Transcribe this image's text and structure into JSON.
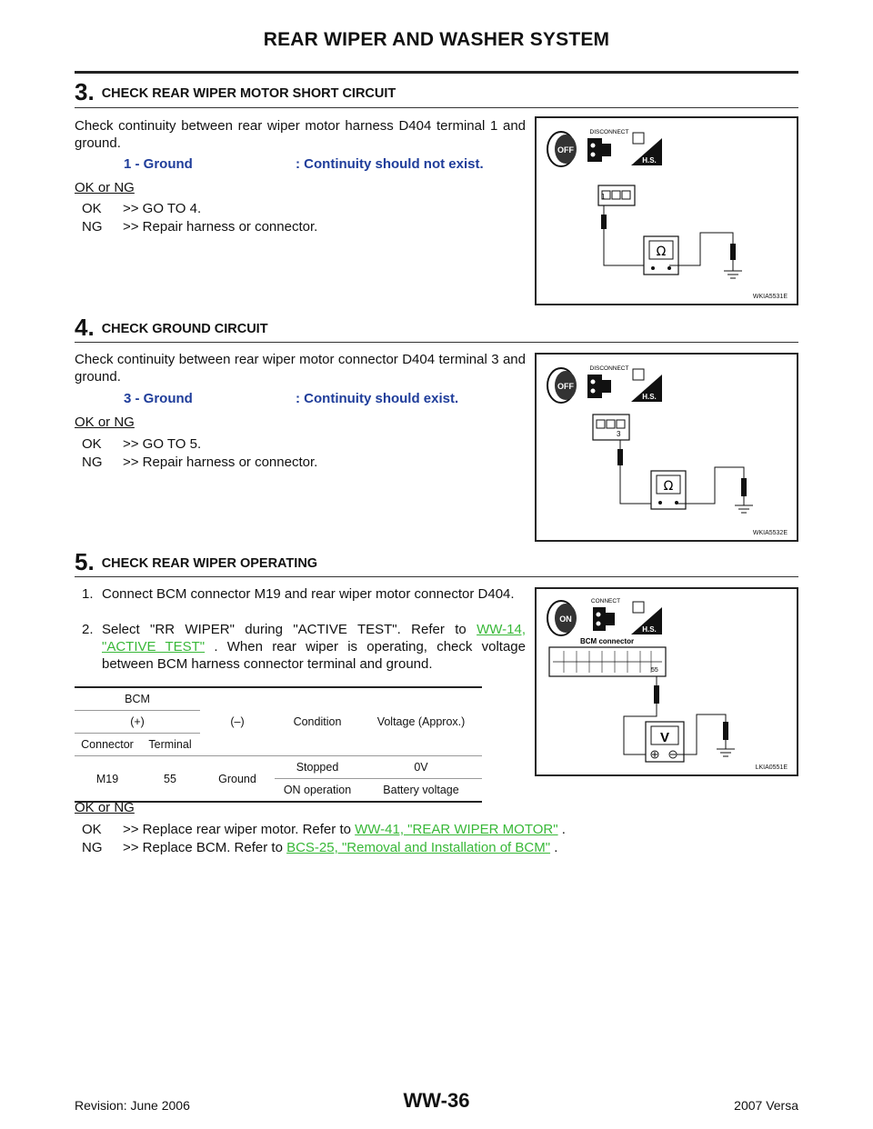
{
  "header": {
    "title": "REAR WIPER AND WASHER SYSTEM"
  },
  "step3": {
    "number": "3.",
    "title": "CHECK REAR WIPER MOTOR SHORT CIRCUIT",
    "instruction": "Check continuity between rear wiper motor harness D404 terminal 1 and ground.",
    "spec_label": "1 - Ground",
    "spec_value": ": Continuity should not exist.",
    "okng": "OK or NG",
    "ok_tag": "OK",
    "ok_text": ">> GO TO 4.",
    "ng_tag": "NG",
    "ng_text": ">> Repair harness or connector.",
    "figure": {
      "switch": "OFF",
      "disconnect": "DISCONNECT",
      "hs": "H.S.",
      "terminal": "1",
      "meter": "Ω",
      "code": "WKIA5531E"
    }
  },
  "step4": {
    "number": "4.",
    "title": "CHECK GROUND CIRCUIT",
    "instruction": "Check continuity between rear wiper motor connector D404 terminal 3 and ground.",
    "spec_label": "3 - Ground",
    "spec_value": ": Continuity should exist.",
    "okng": "OK or NG",
    "ok_tag": "OK",
    "ok_text": ">> GO TO 5.",
    "ng_tag": "NG",
    "ng_text": ">> Repair harness or connector.",
    "figure": {
      "switch": "OFF",
      "disconnect": "DISCONNECT",
      "hs": "H.S.",
      "terminal": "3",
      "meter": "Ω",
      "code": "WKIA5532E"
    }
  },
  "step5": {
    "number": "5.",
    "title": "CHECK REAR WIPER OPERATING",
    "item1_num": "1.",
    "item1_text": "Connect BCM connector M19 and rear wiper motor connector D404.",
    "item2_num": "2.",
    "item2_pre": "Select \"RR WIPER\" during \"ACTIVE TEST\". Refer to ",
    "item2_link": "WW-14, \"ACTIVE TEST\"",
    "item2_post": " . When rear wiper is operating, check voltage between BCM harness connector terminal and ground.",
    "table": {
      "h_bcm": "BCM",
      "h_plus": "(+)",
      "h_connector": "Connector",
      "h_terminal": "Terminal",
      "h_minus": "(–)",
      "h_condition": "Condition",
      "h_voltage": "Voltage (Approx.)",
      "connector": "M19",
      "terminal": "55",
      "minus": "Ground",
      "cond1": "Stopped",
      "volt1": "0V",
      "cond2": "ON operation",
      "volt2": "Battery voltage"
    },
    "okng": "OK or NG",
    "ok_tag": "OK",
    "ok_pre": ">> Replace rear wiper motor. Refer to ",
    "ok_link": "WW-41, \"REAR WIPER MOTOR\"",
    "ok_post": " .",
    "ng_tag": "NG",
    "ng_pre": ">> Replace BCM. Refer to ",
    "ng_link": "BCS-25, \"Removal and Installation of BCM\"",
    "ng_post": " .",
    "figure": {
      "switch": "ON",
      "connect": "CONNECT",
      "hs": "H.S.",
      "connector_label": "BCM connector",
      "terminal": "55",
      "meter": "V",
      "code": "LKIA0551E"
    }
  },
  "footer": {
    "revision": "Revision: June 2006",
    "page": "WW-36",
    "model": "2007 Versa"
  }
}
